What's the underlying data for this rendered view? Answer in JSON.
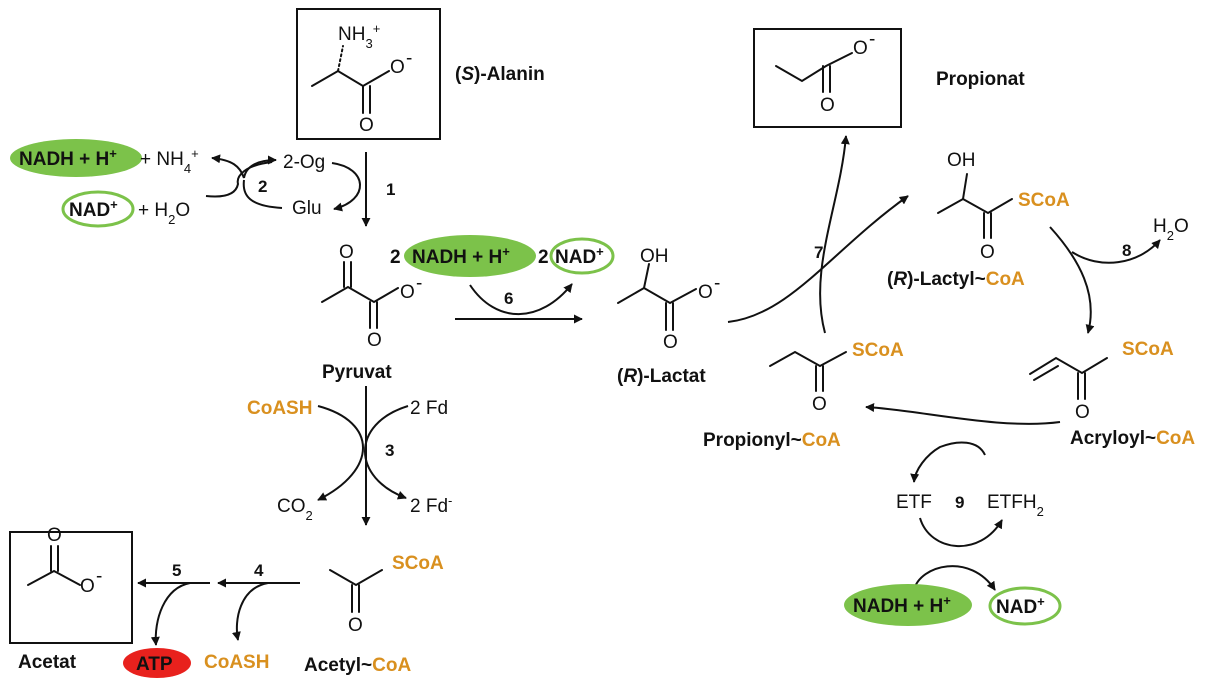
{
  "colors": {
    "nadh_fill": "#7cc24a",
    "nad_outline": "#7cc24a",
    "atp_fill": "#e8211d",
    "coa_text": "#d9901f"
  },
  "compounds": {
    "alanin": {
      "pre": "(",
      "italic": "S",
      "post": ")-Alanin"
    },
    "pyruvat": "Pyruvat",
    "lactat": {
      "pre": "(",
      "italic": "R",
      "post": ")-Lactat"
    },
    "lactyl": {
      "pre": "(",
      "italic": "R",
      "post": ")-Lactyl~",
      "coa": "CoA"
    },
    "acryloyl": {
      "name": "Acryloyl~",
      "coa": "CoA"
    },
    "propionyl": {
      "name": "Propionyl~",
      "coa": "CoA"
    },
    "propionat": "Propionat",
    "acetyl": {
      "name": "Acetyl~",
      "coa": "CoA"
    },
    "acetat": "Acetat"
  },
  "atoms": {
    "nh3": "NH",
    "nh3_sub": "3",
    "nh3_sup": "+",
    "o": "O",
    "o_minus": "-",
    "oh": "OH",
    "scoa": "SCoA"
  },
  "cofactors": {
    "nadh": "NADH + H",
    "nadh_sup": "+",
    "nad": "NAD",
    "nad_sup": "+",
    "nh4": "+ NH",
    "nh4_sub": "4",
    "nh4_sup": "+",
    "h2o_left": "+ H",
    "h2o_sub": "2",
    "h2o_tail": "O",
    "two_og": "2-Og",
    "glu": "Glu",
    "two": "2",
    "coash": "CoASH",
    "two_fd": "2 Fd",
    "two_fd_red": "2 Fd",
    "fd_sup": "-",
    "co2": "CO",
    "co2_sub": "2",
    "atp": "ATP",
    "h2o": "H",
    "h2o_sub2": "2",
    "h2o_tail2": "O",
    "etf": "ETF",
    "etfh2": "ETFH",
    "etfh2_sub": "2"
  },
  "steps": [
    "1",
    "2",
    "3",
    "4",
    "5",
    "6",
    "7",
    "8",
    "9"
  ]
}
